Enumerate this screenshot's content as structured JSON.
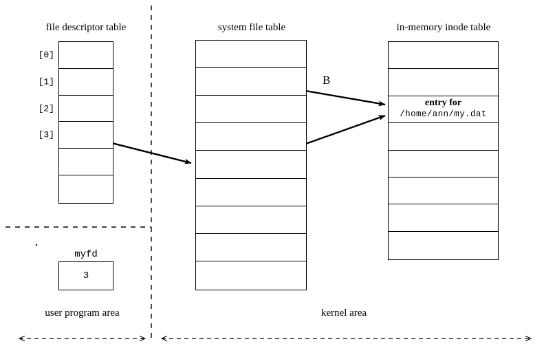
{
  "diagram": {
    "title_fd": "file descriptor table",
    "title_sft": "system file table",
    "title_inode": "in-memory inode table",
    "fd_indices": [
      "[0]",
      "[1]",
      "[2]",
      "[3]",
      "",
      ""
    ],
    "fd_row_count": 6,
    "sft_row_count": 9,
    "inode_row_count": 8,
    "inode_entry_line1": "entry for",
    "inode_entry_line2": "/home/ann/my.dat",
    "inode_entry_row": 3,
    "variable": {
      "name": "myfd",
      "value": "3"
    },
    "arrow_label_b": "B",
    "area_user": "user program area",
    "area_kernel": "kernel area",
    "colors": {
      "stroke": "#000000",
      "background": "#ffffff"
    }
  }
}
